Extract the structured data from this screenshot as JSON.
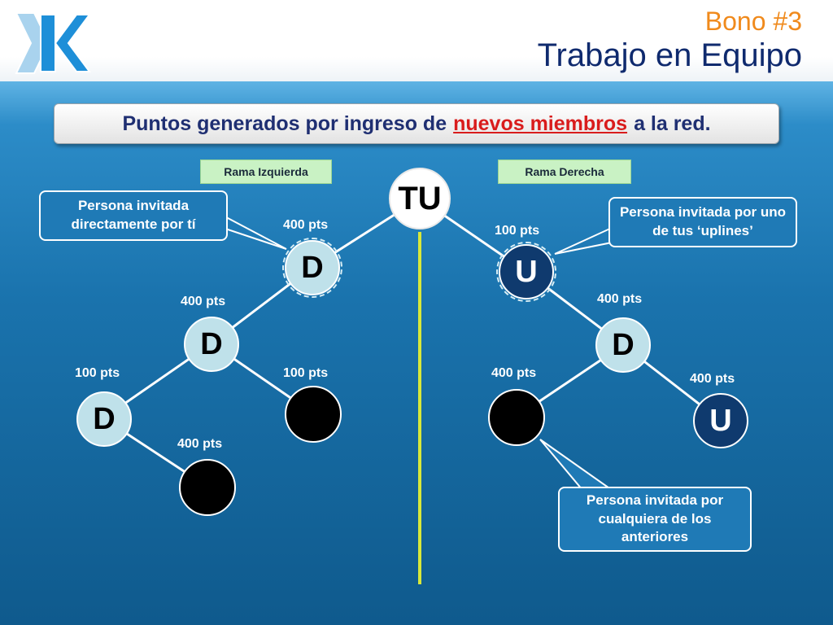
{
  "header": {
    "title_line1": "Bono #3",
    "title_line2": "Trabajo en Equipo",
    "logo_icon": "k-logo-icon"
  },
  "banner": {
    "text_before": "Puntos generados por ingreso de",
    "text_highlight": "nuevos miembros",
    "text_after": "a la red."
  },
  "branches": {
    "left": "Rama Izquierda",
    "right": "Rama Derecha"
  },
  "callouts": {
    "direct": "Persona invitada directamente por tí",
    "upline": "Persona invitada por uno de tus ‘uplines’",
    "any": "Persona invitada por cualquiera de los anteriores"
  },
  "nodes": {
    "root": "TU",
    "l1": "D",
    "l2": "D",
    "l3": "D",
    "r1": "U",
    "r2": "D",
    "r3": "U"
  },
  "points": {
    "l1": "400 pts",
    "l2": "400 pts",
    "l3": "100 pts",
    "l2b": "100 pts",
    "l3b": "400 pts",
    "r1": "100 pts",
    "r2": "400 pts",
    "r3a": "400 pts",
    "r3b": "400 pts"
  },
  "colors": {
    "title_accent": "#f08a1c",
    "title_main": "#0f2a6e",
    "highlight": "#d91c1c",
    "center_line": "#d8e83a"
  }
}
